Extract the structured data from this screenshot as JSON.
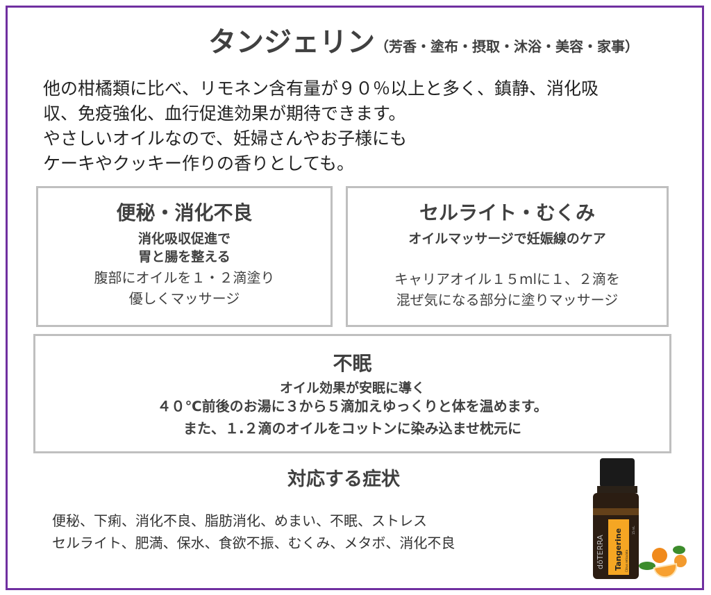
{
  "title": {
    "main": "タンジェリン",
    "sub": "（芳香・塗布・摂取・沐浴・美容・家事）"
  },
  "intro": [
    "他の柑橘類に比べ、リモネン含有量が９０％以上と多く、鎮静、消化吸",
    "収、免疫強化、血行促進効果が期待できます。",
    "やさしいオイルなので、妊婦さんやお子様にも",
    "ケーキやクッキー作りの香りとしても。"
  ],
  "boxes": [
    {
      "heading": "便秘・消化不良",
      "subs": [
        "消化吸収促進で",
        "胃と腸を整える"
      ],
      "texts": [
        "腹部にオイルを１・２滴塗り",
        "優しくマッサージ"
      ]
    },
    {
      "heading": "セルライト・むくみ",
      "subs": [
        "オイルマッサージで妊娠線のケア"
      ],
      "texts": [
        "キャリアオイル１５mlに１、２滴を",
        "混ぜ気になる部分に塗りマッサージ"
      ]
    },
    {
      "heading": "不眠",
      "subs": [
        "オイル効果が安眠に導く",
        "４０℃前後のお湯に３から５滴加えゆっくりと体を温めます。",
        "また、１.２滴のオイルをコットンに染み込ませ枕元に"
      ],
      "texts": []
    }
  ],
  "symptoms": {
    "heading": "対応する症状",
    "lines": [
      "便秘、下痢、消化不良、脂肪消化、めまい、不眠、ストレス",
      "セルライト、肥満、保水、食欲不振、むくみ、メタボ、消化不良"
    ]
  },
  "product": {
    "brand": "dōTERRA",
    "name": "Tangerine",
    "latin": "Citrus reticulata",
    "size": "15 mL"
  },
  "colors": {
    "frame": "#7030a0",
    "box_border": "#bfbfbf",
    "label": "#f5a623"
  }
}
